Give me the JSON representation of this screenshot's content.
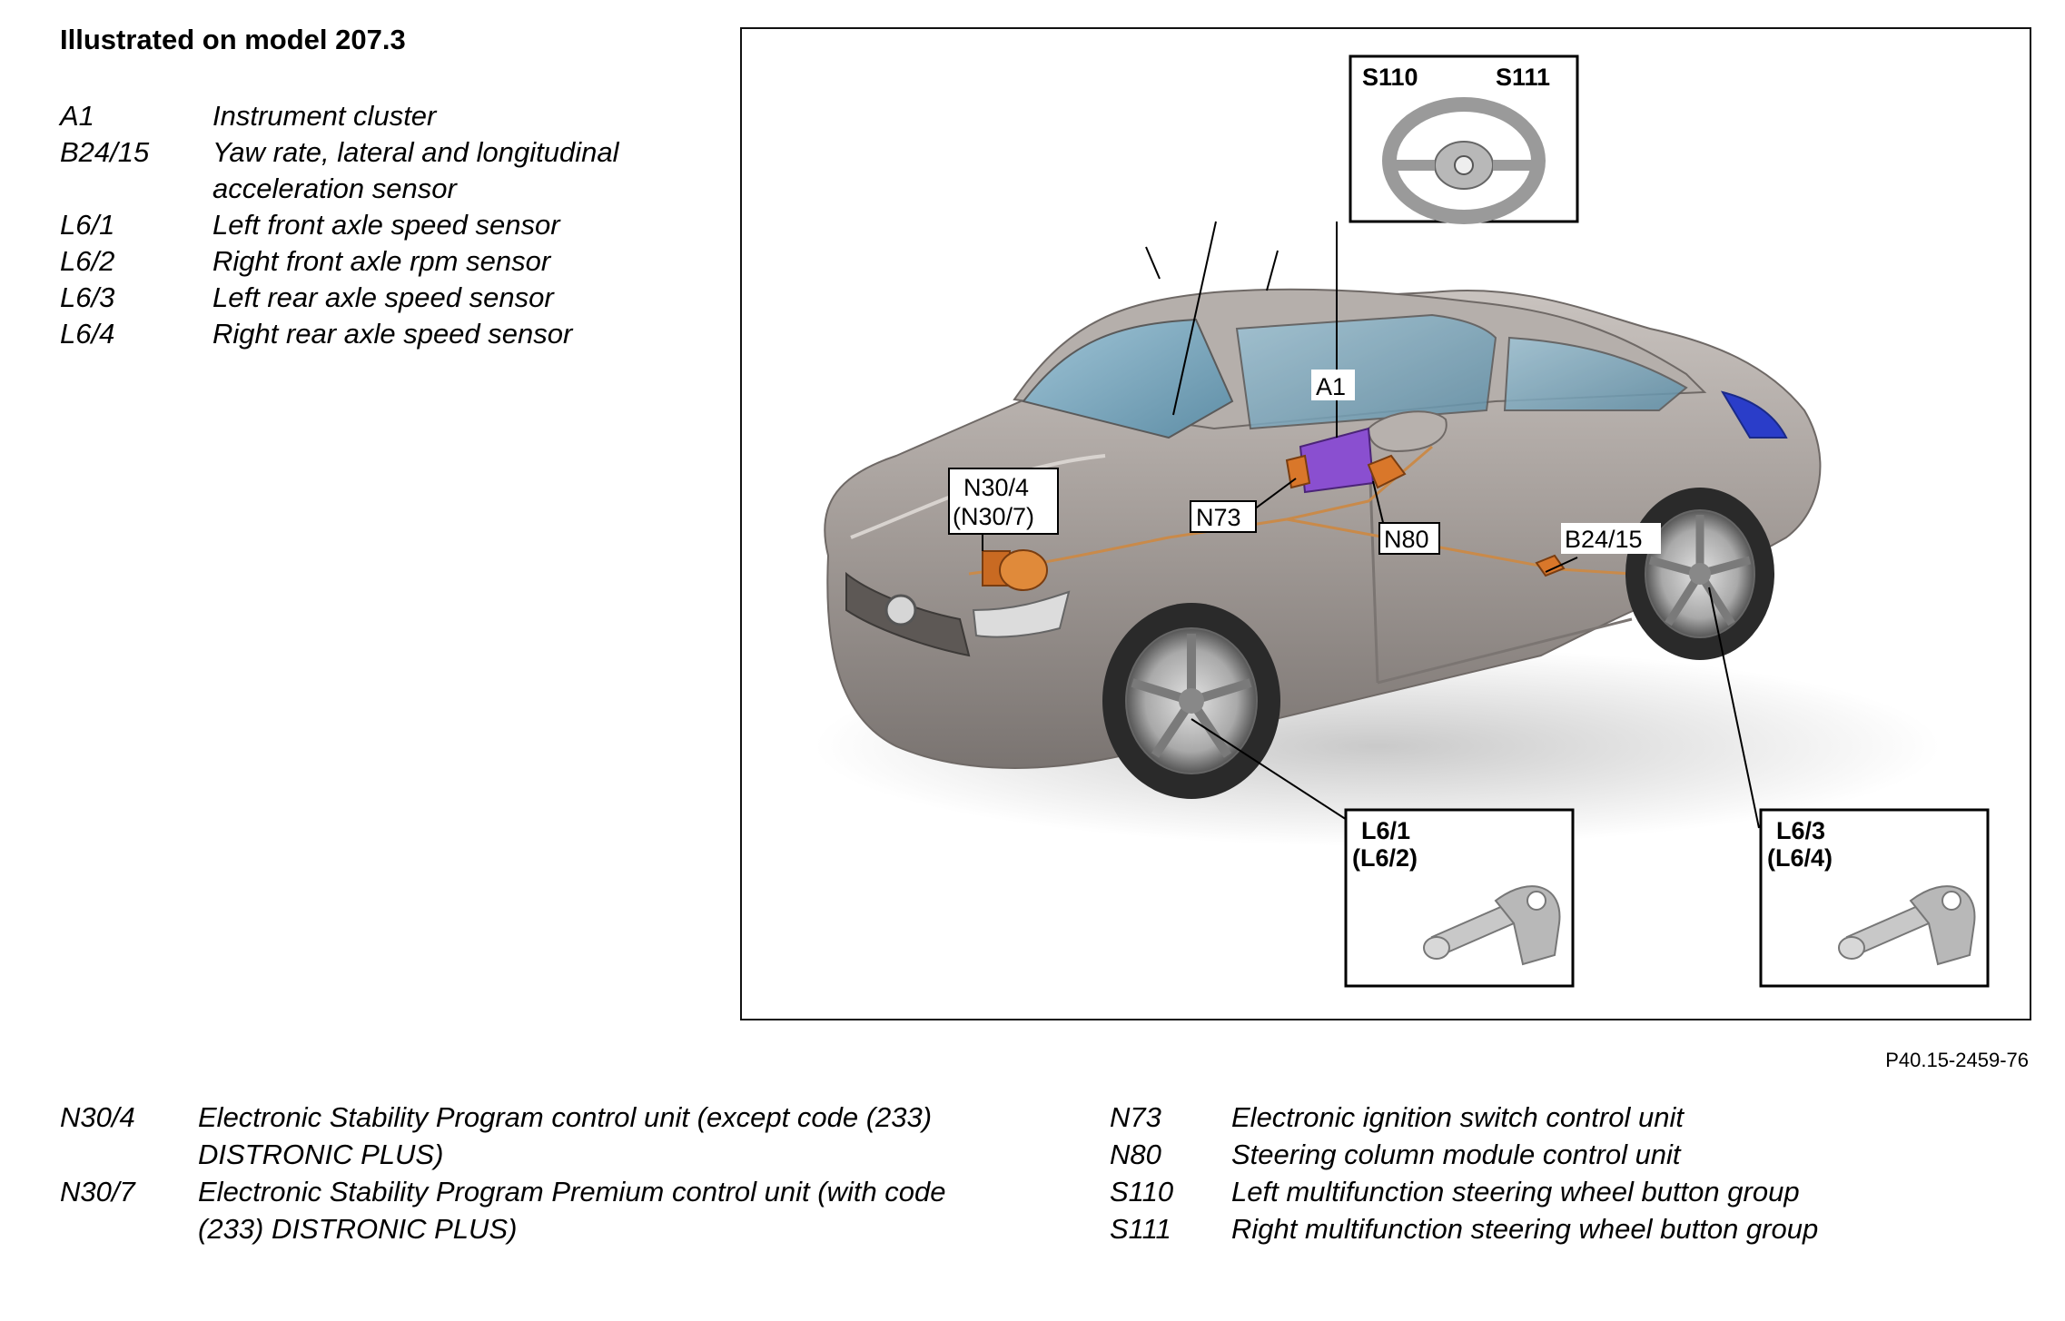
{
  "title": "Illustrated on model 207.3",
  "legend_top": [
    {
      "code": "A1",
      "desc": "Instrument cluster"
    },
    {
      "code": "B24/15",
      "desc": "Yaw rate, lateral and longitudinal acceleration sensor"
    },
    {
      "code": "L6/1",
      "desc": "Left front axle speed sensor"
    },
    {
      "code": "L6/2",
      "desc": "Right front axle rpm sensor"
    },
    {
      "code": "L6/3",
      "desc": "Left rear axle speed sensor"
    },
    {
      "code": "L6/4",
      "desc": "Right rear axle speed sensor"
    }
  ],
  "figure": {
    "callouts": {
      "s110": "S110",
      "s111": "S111",
      "a1": "A1",
      "n30_4": "N30/4",
      "n30_7": "(N30/7)",
      "n73": "N73",
      "n80": "N80",
      "b24_15": "B24/15",
      "l6_1": "L6/1",
      "l6_2": "(L6/2)",
      "l6_3": "L6/3",
      "l6_4": "(L6/4)"
    },
    "colors": {
      "car_body": "#a39c98",
      "component_orange": "#d9772a",
      "component_purple": "#8a4fd0",
      "wire": "#c98a4a"
    }
  },
  "reference": "P40.15-2459-76",
  "legend_bottom_left": [
    {
      "code": "N30/4",
      "desc": "Electronic Stability Program control unit (except code (233) DISTRONIC PLUS)"
    },
    {
      "code": "N30/7",
      "desc": "Electronic Stability Program Premium control unit (with code (233) DISTRONIC PLUS)"
    }
  ],
  "legend_bottom_right": [
    {
      "code": "N73",
      "desc": "Electronic ignition switch control unit"
    },
    {
      "code": "N80",
      "desc": "Steering column module control unit"
    },
    {
      "code": "S110",
      "desc": "Left multifunction steering wheel button group"
    },
    {
      "code": "S111",
      "desc": "Right multifunction steering wheel button group"
    }
  ]
}
